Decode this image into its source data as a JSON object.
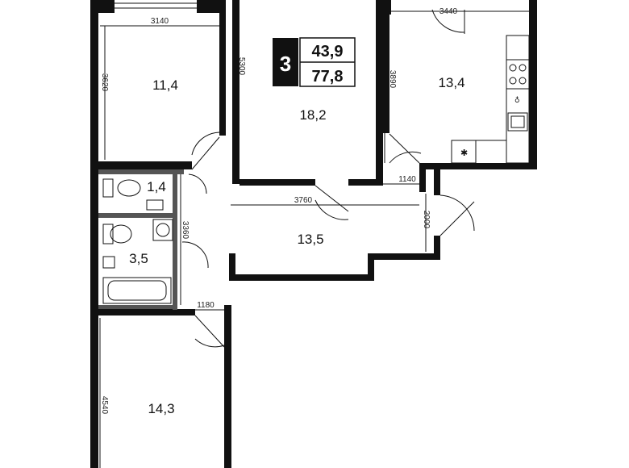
{
  "badge": {
    "rooms": "3",
    "living_area": "43,9",
    "total_area": "77,8"
  },
  "rooms": {
    "bedroom_top_left": "11,4",
    "living_room": "18,2",
    "kitchen": "13,4",
    "toilet": "1,4",
    "bathroom": "3,5",
    "hallway": "13,5",
    "bedroom_bottom": "14,3"
  },
  "dimensions": {
    "bedroom_top_width": "3140",
    "bedroom_top_height": "3620",
    "living_height": "5300",
    "kitchen_width": "3440",
    "kitchen_height": "3890",
    "hall_width": "3760",
    "hall_height": "3360",
    "corridor_width": "1140",
    "corridor_height": "2000",
    "bath_door_width": "1180",
    "bedroom_bottom_height": "4540"
  },
  "colors": {
    "wall": "#111111",
    "bath_wall": "#555555",
    "background": "#ffffff"
  }
}
